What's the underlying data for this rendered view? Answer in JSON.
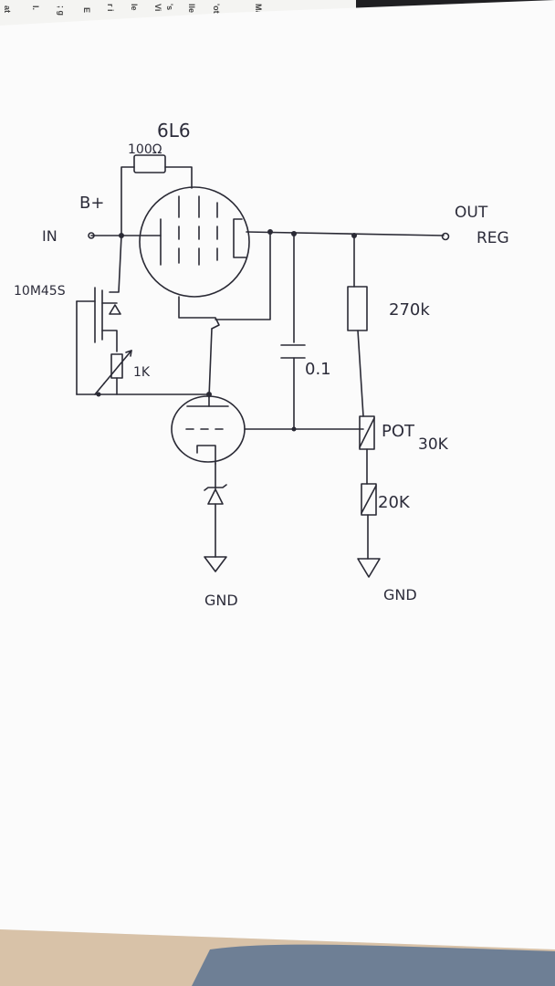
{
  "labels": {
    "tube_top": "6L6",
    "grid_resistor": "100Ω",
    "bplus": "B+",
    "input": "IN",
    "mosfet": "10M45S",
    "pot_1k": "1K",
    "output": "OUT",
    "reg": "REG",
    "r_270k": "270k",
    "cap": "0.1",
    "pot": "POT",
    "pot_value": "30K",
    "r_20k": "20K",
    "gnd_left": "GND",
    "gnd_right": "GND"
  },
  "background_page": {
    "fragments": [
      "at",
      "I.",
      "; g",
      "E",
      "r i",
      "le",
      "Vi",
      "'s",
      "lle",
      "'ot",
      "Ma"
    ]
  },
  "colors": {
    "paper": "#fbfbfb",
    "ink": "#2a2a35",
    "background": "#ecebe8"
  }
}
